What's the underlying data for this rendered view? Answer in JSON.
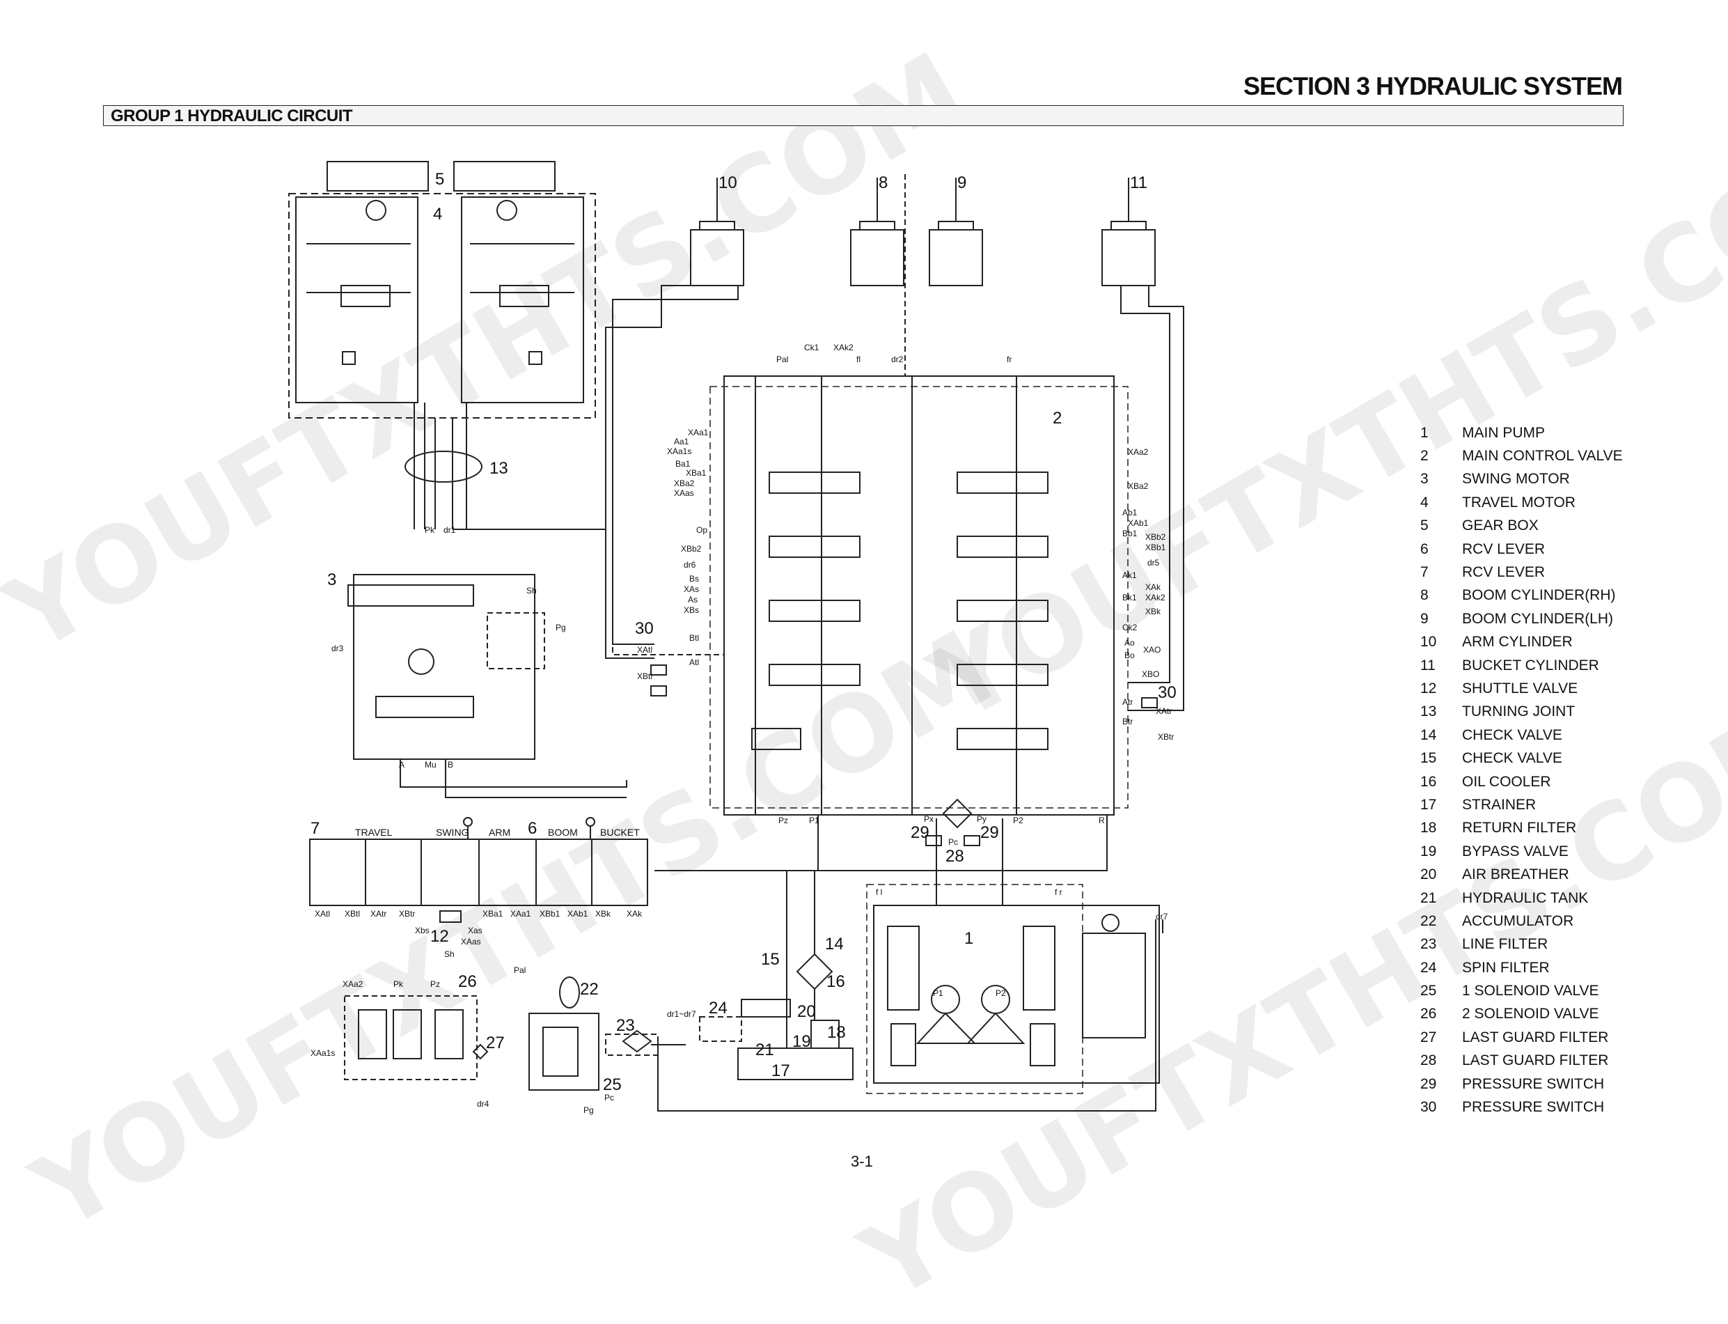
{
  "header": {
    "section_title": "SECTION 3 HYDRAULIC SYSTEM",
    "group_title": "GROUP 1 HYDRAULIC CIRCUIT"
  },
  "page_number": "3-1",
  "watermark": "YOUFTXTHTS.COM",
  "diagram_callouts": {
    "n1": "1",
    "n2": "2",
    "n3": "3",
    "n4": "4",
    "n5": "5",
    "n6": "6",
    "n7": "7",
    "n8": "8",
    "n9": "9",
    "n10": "10",
    "n11": "11",
    "n12": "12",
    "n13": "13",
    "n14": "14",
    "n15": "15",
    "n16": "16",
    "n17": "17",
    "n18": "18",
    "n19": "19",
    "n20": "20",
    "n21": "21",
    "n22": "22",
    "n23": "23",
    "n24": "24",
    "n25": "25",
    "n26": "26",
    "n27": "27",
    "n28": "28",
    "n29a": "29",
    "n29b": "29",
    "n30a": "30",
    "n30b": "30"
  },
  "port_labels": {
    "pal": "Pal",
    "ck1": "Ck1",
    "xak2": "XAk2",
    "fl": "fl",
    "dr2": "dr2",
    "fr": "fr",
    "xaa1": "XAa1",
    "aa1": "Aa1",
    "xaa1s": "XAa1s",
    "ba1": "Ba1",
    "xba1": "XBa1",
    "xba2": "XBa2",
    "xaas": "XAas",
    "op": "Op",
    "xbb2": "XBb2",
    "dr6": "dr6",
    "bs": "Bs",
    "xas": "XAs",
    "as": "As",
    "xbs": "XBs",
    "btl": "Btl",
    "xatl": "XAtl",
    "atl": "Atl",
    "xbtl": "XBtl",
    "xaa2": "XAa2",
    "xba2r": "XBa2",
    "ab1": "Ab1",
    "xab1": "XAb1",
    "bb1": "Bb1",
    "xbb2r": "XBb2",
    "xbb1": "XBb1",
    "dr5": "dr5",
    "ak1": "Ak1",
    "xak": "XAk",
    "bk1": "Bk1",
    "xak2r": "XAk2",
    "xbk": "XBk",
    "ck2": "Ck2",
    "ao": "Ao",
    "xao": "XAO",
    "bo": "Bo",
    "xbo": "XBO",
    "atr": "Atr",
    "xatr": "XAtr",
    "btr": "Btr",
    "xbtr": "XBtr",
    "pz": "Pz",
    "p1": "P1",
    "px": "Px",
    "pc": "Pc",
    "py": "Py",
    "p2": "P2",
    "r": "R",
    "pk": "Pk",
    "dr1": "dr1",
    "dr3": "dr3",
    "sh": "Sh",
    "pg": "Pg",
    "a": "A",
    "mu": "Mu",
    "b": "B",
    "travel": "TRAVEL",
    "swing": "SWING",
    "arm": "ARM",
    "boom": "BOOM",
    "bucket": "BUCKET",
    "rcv_xatl": "XAtl",
    "rcv_xbtl": "XBtl",
    "rcv_xatr": "XAtr",
    "rcv_xbtr": "XBtr",
    "rcv_xba1": "XBa1",
    "rcv_xaa1": "XAa1",
    "rcv_xbb1": "XBb1",
    "rcv_xab1": "XAb1",
    "rcv_xbk": "XBk",
    "rcv_xak": "XAk",
    "xbs2": "Xbs",
    "xas2": "Xas",
    "xaas2": "XAas",
    "sh2": "Sh",
    "pal2": "Pal",
    "xaa2b": "XAa2",
    "pk2": "Pk",
    "pz2": "Pz",
    "xaa1s2": "XAa1s",
    "dr4": "dr4",
    "pc2": "Pc",
    "pg2": "Pg",
    "drdr": "dr1~dr7",
    "fl2": "f l",
    "fr2": "f r",
    "dr7": "dr7",
    "pp1": "P1",
    "pp2": "P2"
  },
  "legend": [
    {
      "num": "1",
      "label": "MAIN PUMP"
    },
    {
      "num": "2",
      "label": "MAIN CONTROL VALVE"
    },
    {
      "num": "3",
      "label": "SWING MOTOR"
    },
    {
      "num": "4",
      "label": "TRAVEL MOTOR"
    },
    {
      "num": "5",
      "label": "GEAR BOX"
    },
    {
      "num": "6",
      "label": "RCV LEVER"
    },
    {
      "num": "7",
      "label": "RCV LEVER"
    },
    {
      "num": "8",
      "label": "BOOM CYLINDER(RH)"
    },
    {
      "num": "9",
      "label": "BOOM CYLINDER(LH)"
    },
    {
      "num": "10",
      "label": "ARM CYLINDER"
    },
    {
      "num": "11",
      "label": "BUCKET CYLINDER"
    },
    {
      "num": "12",
      "label": "SHUTTLE VALVE"
    },
    {
      "num": "13",
      "label": "TURNING JOINT"
    },
    {
      "num": "14",
      "label": "CHECK VALVE"
    },
    {
      "num": "15",
      "label": "CHECK VALVE"
    },
    {
      "num": "16",
      "label": "OIL COOLER"
    },
    {
      "num": "17",
      "label": "STRAINER"
    },
    {
      "num": "18",
      "label": "RETURN FILTER"
    },
    {
      "num": "19",
      "label": "BYPASS VALVE"
    },
    {
      "num": "20",
      "label": "AIR BREATHER"
    },
    {
      "num": "21",
      "label": "HYDRAULIC TANK"
    },
    {
      "num": "22",
      "label": "ACCUMULATOR"
    },
    {
      "num": "23",
      "label": "LINE FILTER"
    },
    {
      "num": "24",
      "label": "SPIN FILTER"
    },
    {
      "num": "25",
      "label": "1 SOLENOID VALVE"
    },
    {
      "num": "26",
      "label": "2 SOLENOID VALVE"
    },
    {
      "num": "27",
      "label": "LAST GUARD FILTER"
    },
    {
      "num": "28",
      "label": "LAST GUARD FILTER"
    },
    {
      "num": "29",
      "label": "PRESSURE SWITCH"
    },
    {
      "num": "30",
      "label": "PRESSURE SWITCH"
    }
  ]
}
